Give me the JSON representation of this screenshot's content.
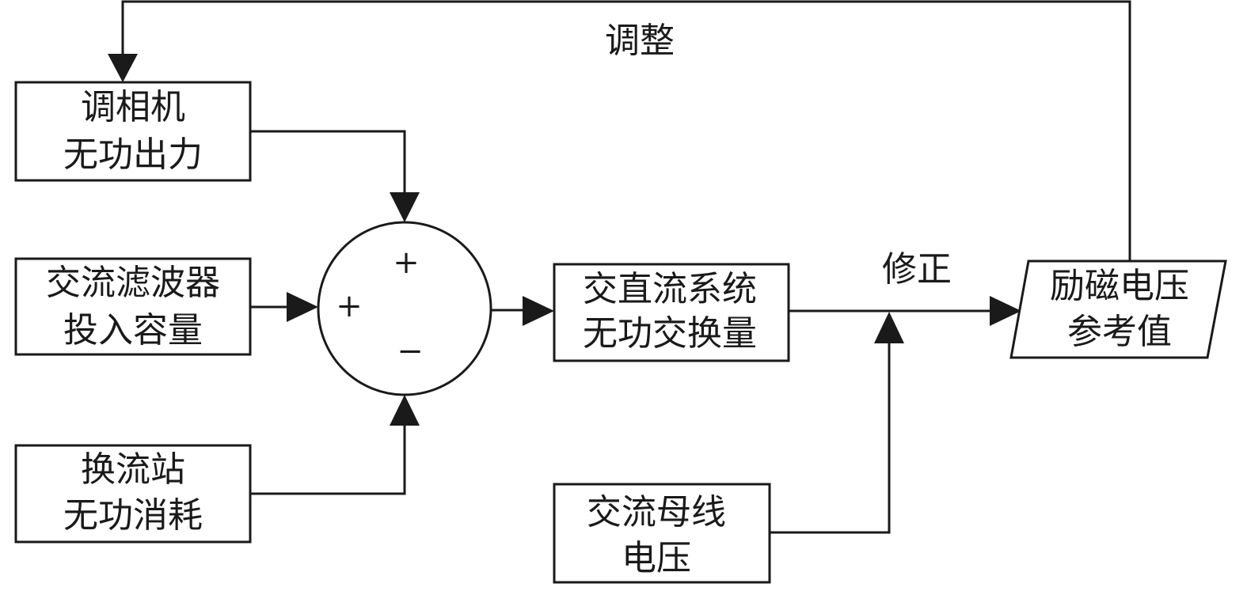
{
  "diagram": {
    "boxes": {
      "condenser_output": {
        "line1": "调相机",
        "line2": "无功出力"
      },
      "ac_filter_capacity": {
        "line1": "交流滤波器",
        "line2": "投入容量"
      },
      "converter_consumption": {
        "line1": "换流站",
        "line2": "无功消耗"
      },
      "acdc_exchange": {
        "line1": "交直流系统",
        "line2": "无功交换量"
      },
      "ac_bus_voltage": {
        "line1": "交流母线",
        "line2": "电压"
      },
      "excitation_reference": {
        "line1": "励磁电压",
        "line2": "参考值"
      }
    },
    "summing_junction": {
      "top_sign": "+",
      "left_sign": "+",
      "bottom_sign": "−"
    },
    "edge_labels": {
      "adjust": "调整",
      "correct": "修正"
    }
  }
}
